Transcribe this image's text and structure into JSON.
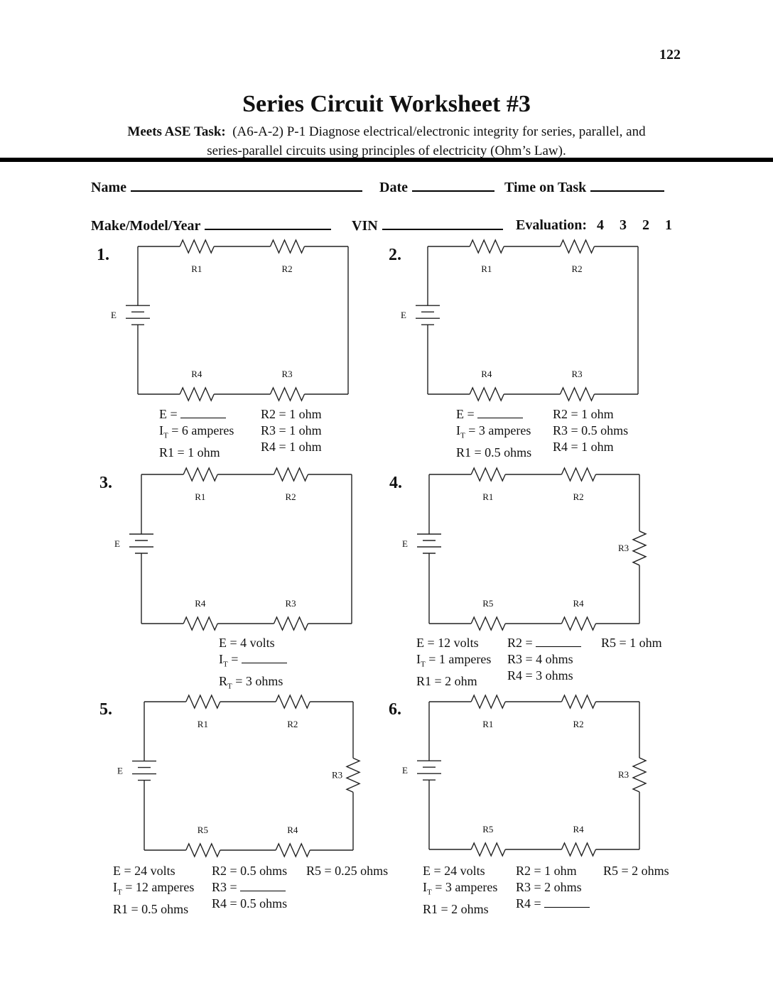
{
  "header": {
    "page_number": "122",
    "title": "Series Circuit Worksheet #3",
    "task_label": "Meets ASE Task:",
    "task_line1": "(A6-A-2) P-1  Diagnose electrical/electronic integrity for series, parallel, and",
    "task_line2": "series-parallel circuits using principles of electricity (Ohm’s Law)."
  },
  "form": {
    "name_label": "Name",
    "date_label": "Date",
    "time_label": "Time on Task",
    "make_label": "Make/Model/Year",
    "vin_label": "VIN",
    "evaluation_label": "Evaluation:",
    "evaluation_options": [
      "4",
      "3",
      "2",
      "1"
    ]
  },
  "problems": [
    {
      "number": "1.",
      "battery_label": "E",
      "top_resistors": [
        "R1",
        "R2"
      ],
      "right_resistor": null,
      "bottom_resistors": [
        "R4",
        "R3"
      ],
      "given_col1": [
        "E = ",
        "I_T = 6 amperes",
        "R1 = 1 ohm"
      ],
      "given_col2": [
        "R2 = 1 ohm",
        "R3 = 1 ohm",
        "R4 = 1 ohm"
      ],
      "given_col3": []
    },
    {
      "number": "2.",
      "battery_label": "E",
      "top_resistors": [
        "R1",
        "R2"
      ],
      "right_resistor": null,
      "bottom_resistors": [
        "R4",
        "R3"
      ],
      "given_col1": [
        "E = ",
        "I_T = 3 amperes",
        "R1 = 0.5 ohms"
      ],
      "given_col2": [
        "R2 = 1 ohm",
        "R3 = 0.5 ohms",
        "R4 = 1 ohm"
      ],
      "given_col3": []
    },
    {
      "number": "3.",
      "battery_label": "E",
      "top_resistors": [
        "R1",
        "R2"
      ],
      "right_resistor": null,
      "bottom_resistors": [
        "R4",
        "R3"
      ],
      "given_col1": [
        "E = 4 volts",
        "I_T = ",
        "R_T = 3 ohms"
      ],
      "given_col2": [],
      "given_col3": []
    },
    {
      "number": "4.",
      "battery_label": "E",
      "top_resistors": [
        "R1",
        "R2"
      ],
      "right_resistor": "R3",
      "bottom_resistors": [
        "R5",
        "R4"
      ],
      "given_col1": [
        "E = 12 volts",
        "I_T = 1 amperes",
        "R1 = 2 ohm"
      ],
      "given_col2": [
        "R2 = ",
        "R3 = 4 ohms",
        "R4 = 3 ohms"
      ],
      "given_col3": [
        "R5 = 1 ohm"
      ]
    },
    {
      "number": "5.",
      "battery_label": "E",
      "top_resistors": [
        "R1",
        "R2"
      ],
      "right_resistor": "R3",
      "bottom_resistors": [
        "R5",
        "R4"
      ],
      "given_col1": [
        "E = 24 volts",
        "I_T =  12 amperes",
        "R1 = 0.5 ohms"
      ],
      "given_col2": [
        "R2 = 0.5 ohms",
        "R3 = ",
        "R4 = 0.5 ohms"
      ],
      "given_col3": [
        "R5 = 0.25 ohms"
      ]
    },
    {
      "number": "6.",
      "battery_label": "E",
      "top_resistors": [
        "R1",
        "R2"
      ],
      "right_resistor": "R3",
      "bottom_resistors": [
        "R5",
        "R4"
      ],
      "given_col1": [
        "E = 24 volts",
        "I_T = 3 amperes",
        "R1 = 2 ohms"
      ],
      "given_col2": [
        "R2 = 1 ohm",
        "R3 = 2 ohms",
        "R4 = "
      ],
      "given_col3": [
        "R5 = 2 ohms"
      ]
    }
  ]
}
